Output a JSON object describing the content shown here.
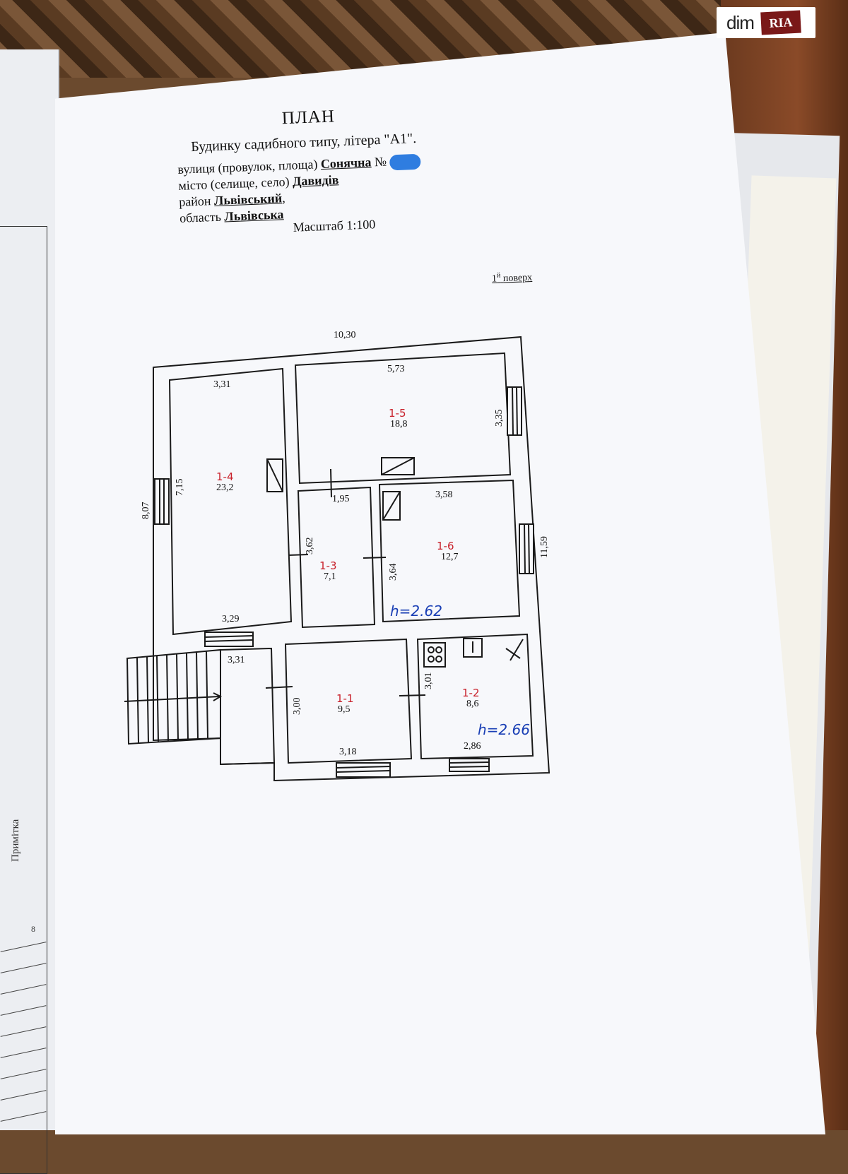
{
  "document": {
    "title": "ПЛАН",
    "subtitle": "Будинку садибного типу, літера \"А1\".",
    "street_label": "вулиця (провулок, площа)",
    "street_value": "Сонячна",
    "street_number_prefix": "№",
    "city_label": "місто (селище, село)",
    "city_value": "Давидів",
    "district_label": "район",
    "district_value": "Львівський",
    "district_suffix": ",",
    "region_label": "область",
    "region_value": "Львівська",
    "scale": "Масштаб 1:100",
    "floor_number": "1",
    "floor_suffix": "й",
    "floor_word": "поверх"
  },
  "plan": {
    "overall_width": "10,30",
    "overall_depth": "11,59",
    "left_depth": "8,07",
    "rooms": [
      {
        "id": "1-1",
        "area": "9,5",
        "dim_a": "3,00",
        "dim_b": "3,18"
      },
      {
        "id": "1-2",
        "area": "8,6",
        "dim_a": "3,01",
        "dim_b": "2,86",
        "height": "h=2.66"
      },
      {
        "id": "1-3",
        "area": "7,1",
        "dim_a": "3,62",
        "dim_b": "1,95"
      },
      {
        "id": "1-4",
        "area": "23,2",
        "dim_a": "7,15",
        "dim_b": "3,31",
        "dim_c": "3,29"
      },
      {
        "id": "1-5",
        "area": "18,8",
        "dim_a": "5,73",
        "dim_b": "3,35"
      },
      {
        "id": "1-6",
        "area": "12,7",
        "dim_a": "3,58",
        "dim_b": "3,64",
        "height": "h=2.62"
      }
    ],
    "porch_width": "3,31",
    "room_id_color": "#c8202a",
    "height_note_color": "#1a3fb5"
  },
  "left_sheet": {
    "note_label": "Примітка",
    "column_number": "8"
  },
  "watermark": {
    "brand_left": "dim",
    "brand_right": "RIA"
  }
}
